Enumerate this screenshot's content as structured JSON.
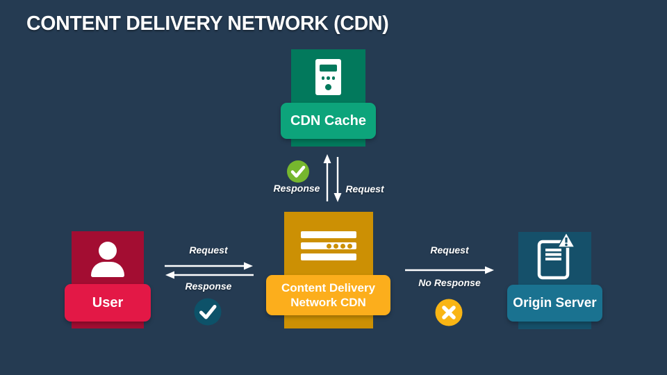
{
  "slide": {
    "title": "CONTENT DELIVERY NETWORK (CDN)",
    "background_color": "#253B52"
  },
  "nodes": {
    "cdn_cache": {
      "label": "CDN Cache",
      "icon": "server-terminal-icon",
      "square_color": "#02795C",
      "label_color": "#0DA47B"
    },
    "cdn": {
      "label_line1": "Content Delivery",
      "label_line2": "Network CDN",
      "icon": "server-stack-icon",
      "square_color": "#CC9004",
      "label_color": "#FCAE1C"
    },
    "user": {
      "label": "User",
      "icon": "person-icon",
      "square_color": "#A30D32",
      "label_color": "#E31846"
    },
    "origin": {
      "label": "Origin Server",
      "icon": "document-alert-icon",
      "square_color": "#15506A",
      "label_color": "#1A7290"
    }
  },
  "flows": {
    "cache_response": {
      "label": "Response",
      "status_icon": "check-circle",
      "status_color": "#76B72E"
    },
    "cache_request": {
      "label": "Request"
    },
    "user_request": {
      "label": "Request"
    },
    "user_response": {
      "label": "Response",
      "status_icon": "check-circle",
      "status_color": "#0D5269"
    },
    "origin_request": {
      "label": "Request"
    },
    "origin_no_response": {
      "label": "No Response",
      "status_icon": "cross-circle",
      "status_color": "#F9B514"
    }
  }
}
